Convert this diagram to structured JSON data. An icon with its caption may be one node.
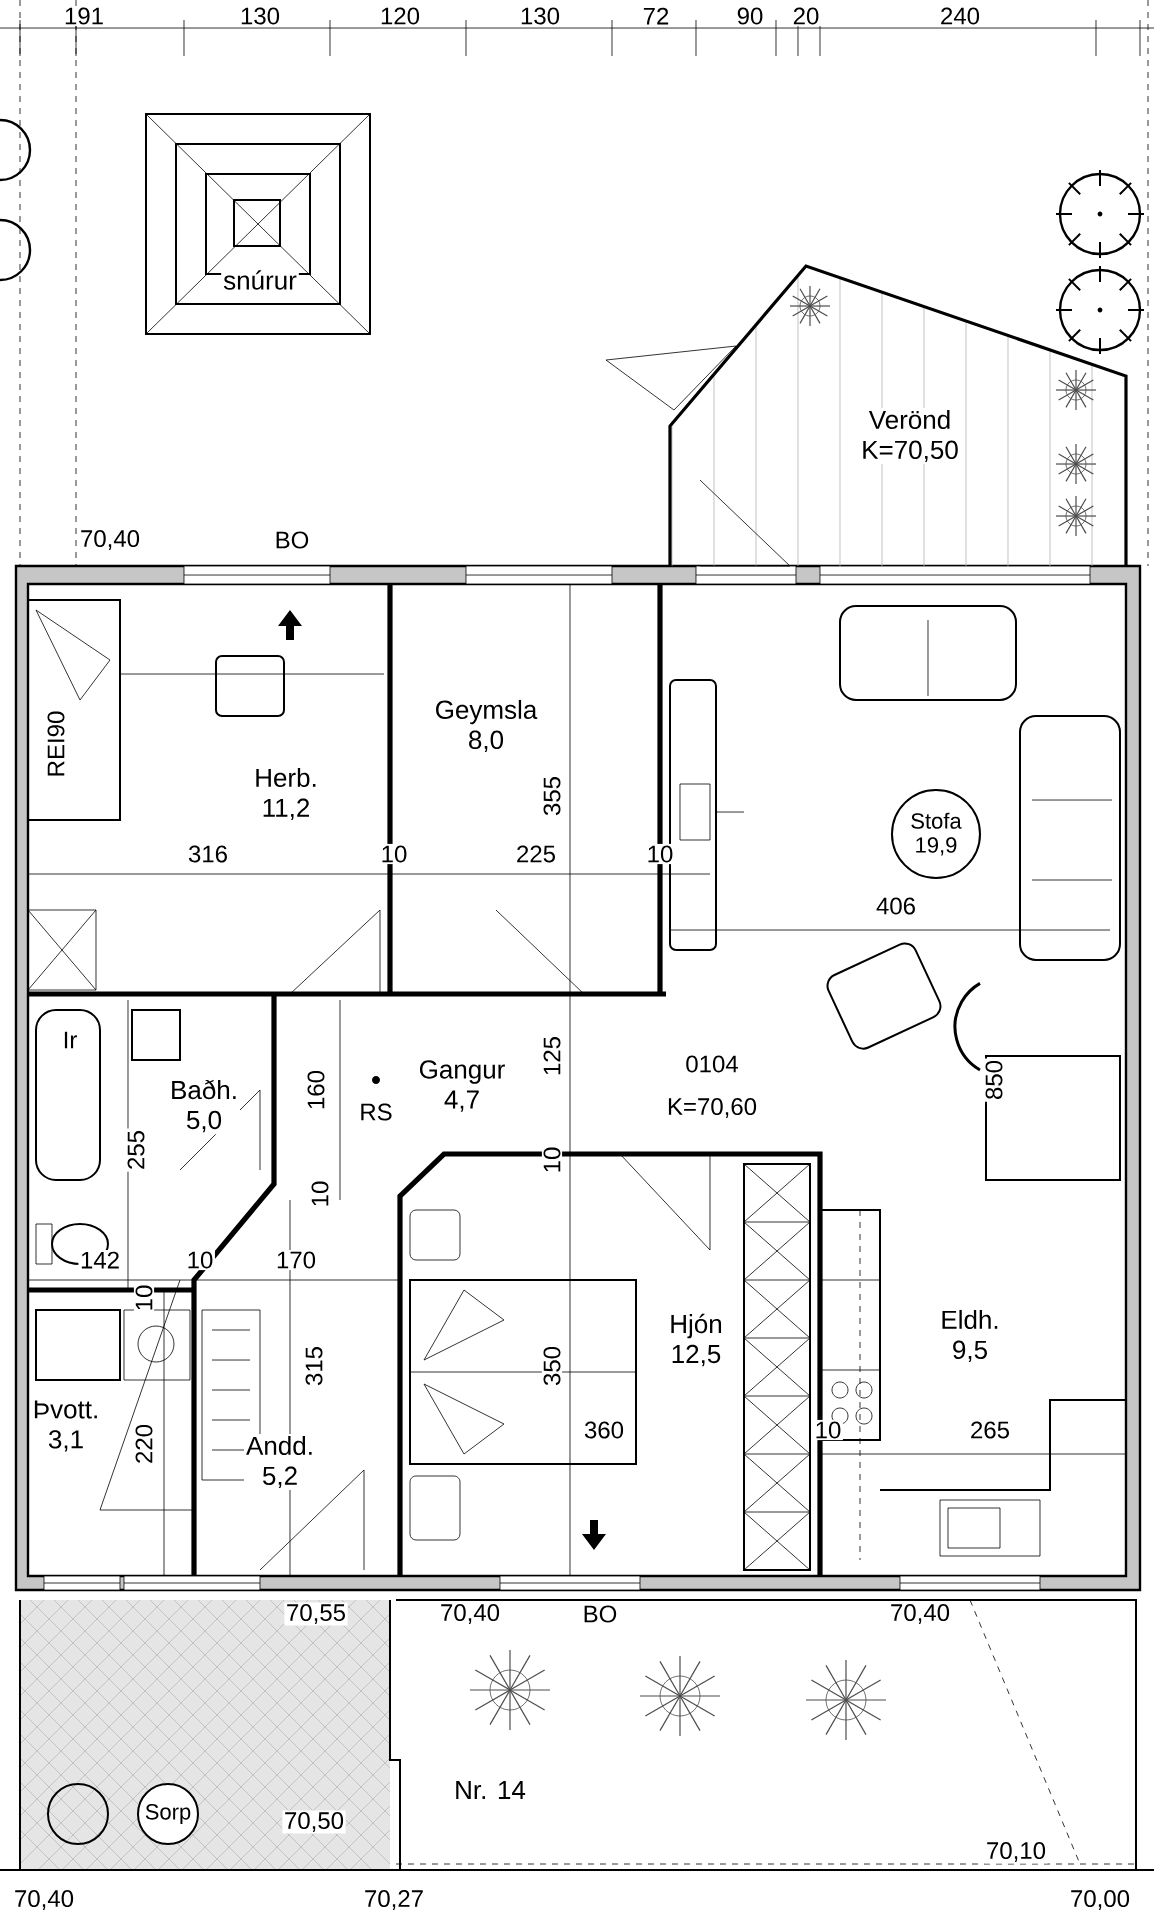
{
  "diagram": {
    "nodes": [
      {
        "text": [
          "Verönd",
          "K=70,50"
        ]
      },
      {
        "text": [
          "snúrur"
        ]
      },
      {
        "text": [
          "Herb.",
          "11,2"
        ]
      },
      {
        "text": [
          "Geymsla",
          "8,0"
        ]
      },
      {
        "text": [
          "Stofa",
          "19,9"
        ]
      },
      {
        "text": [
          "Gangur",
          "4,7"
        ]
      },
      {
        "text": [
          "Baðh.",
          "5,0"
        ]
      },
      {
        "text": [
          "Þvott.",
          "3,1"
        ]
      },
      {
        "text": [
          "Andd.",
          "5,2"
        ]
      },
      {
        "text": [
          "Hjón",
          "12,5"
        ]
      },
      {
        "text": [
          "Eldh.",
          "9,5"
        ]
      },
      {
        "text": [],
        "shape": "circle"
      },
      {
        "text": [
          "Sorp"
        ]
      },
      {
        "text": [
          "Nr.  14"
        ]
      }
    ],
    "labels": [
      "191",
      "130",
      "120",
      "130",
      "72",
      "90",
      "20",
      "240",
      "70,40",
      "BO",
      "REI90",
      "316",
      "10",
      "225",
      "355",
      "10",
      "406",
      "160",
      "RS",
      "125",
      "10",
      "0104",
      "K=70,60",
      "850",
      "Ir",
      "255",
      "142",
      "10",
      "10",
      "170",
      "10",
      "315",
      "220",
      "350",
      "360",
      "10",
      "265",
      "70,55",
      "70,40",
      "BO",
      "70,40",
      "70,50",
      "70,10",
      "70,40",
      "70,27",
      "70,00"
    ]
  }
}
